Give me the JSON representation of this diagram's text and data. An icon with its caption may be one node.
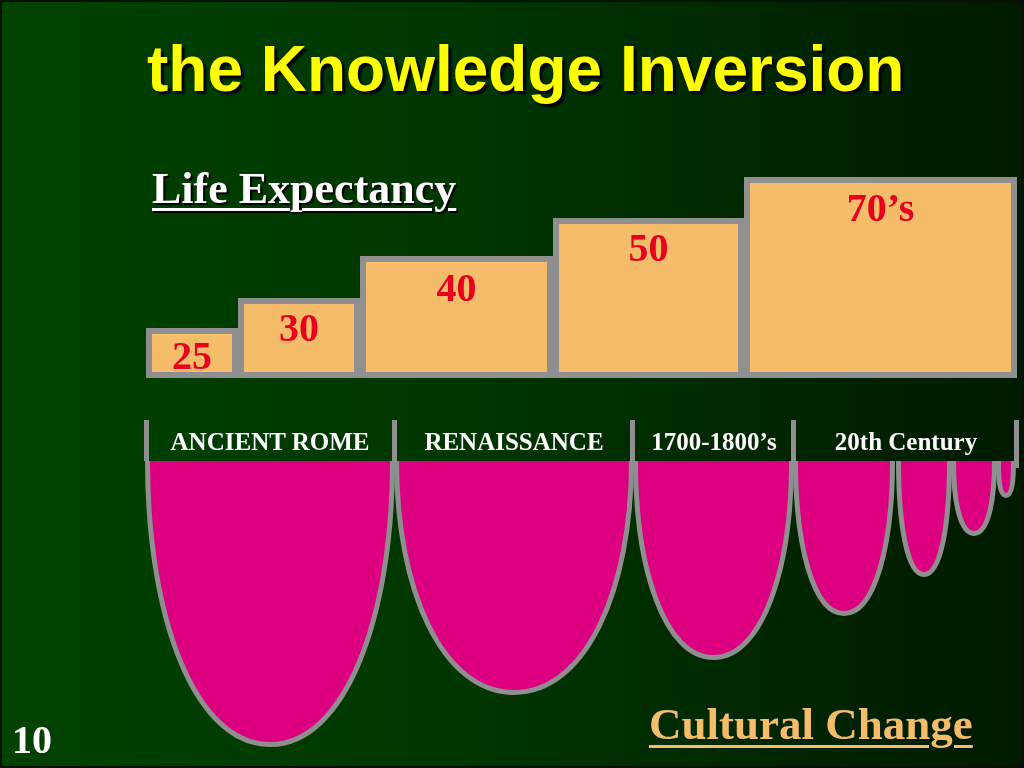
{
  "diagram": {
    "title": "the Knowledge Inversion",
    "nodes": [
      {
        "text": [
          "25"
        ]
      },
      {
        "text": [
          "30"
        ]
      },
      {
        "text": [
          "40"
        ]
      },
      {
        "text": [
          "50"
        ]
      },
      {
        "text": [
          "70’s"
        ]
      },
      {
        "text": [],
        "shape": "bowl"
      },
      {
        "text": [],
        "shape": "bowl"
      },
      {
        "text": [],
        "shape": "bowl"
      },
      {
        "text": [],
        "shape": "bowl"
      },
      {
        "text": [],
        "shape": "bowl"
      },
      {
        "text": [],
        "shape": "bowl"
      },
      {
        "text": [],
        "shape": "bowl"
      }
    ],
    "labels": [
      "Life Expectancy",
      "ANCIENT ROME",
      "RENAISSANCE",
      "1700-1800’s",
      "20th Century",
      "Cultural Change",
      "10"
    ]
  }
}
